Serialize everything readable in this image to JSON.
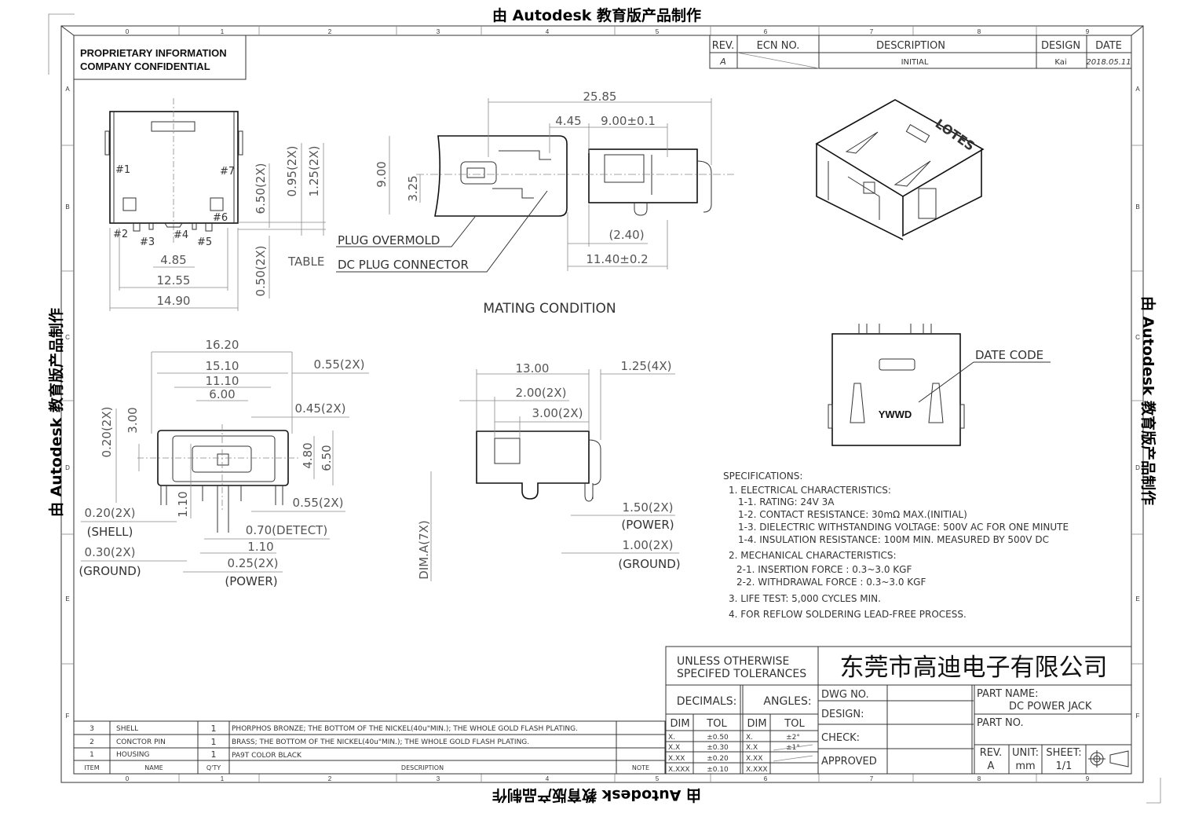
{
  "watermark": {
    "text": "由 Autodesk 教育版产品制作"
  },
  "border": {
    "columns": [
      "0",
      "1",
      "2",
      "3",
      "4",
      "5",
      "6",
      "7",
      "8",
      "9"
    ],
    "rows": [
      "A",
      "B",
      "C",
      "D",
      "E",
      "F"
    ]
  },
  "proprietary": {
    "line1": "PROPRIETARY INFORMATION",
    "line2": "COMPANY CONFIDENTIAL"
  },
  "revision_table": {
    "headers": [
      "REV.",
      "ECN NO.",
      "DESCRIPTION",
      "DESIGN",
      "DATE"
    ],
    "rows": [
      {
        "rev": "A",
        "ecn": "",
        "description": "INITIAL",
        "design": "Kai",
        "date": "2018.05.11"
      }
    ]
  },
  "top_view": {
    "pins": [
      "#1",
      "#2",
      "#3",
      "#4",
      "#5",
      "#6",
      "#7"
    ],
    "dims": {
      "d1": "4.85",
      "d2": "12.55",
      "d3": "14.90",
      "v1": "6.50(2X)",
      "v2": "0.95(2X)",
      "v3": "1.25(2X)",
      "v4": "0.50(2X)",
      "table": "TABLE"
    }
  },
  "mating": {
    "title": "MATING CONDITION",
    "dims": {
      "d1": "25.85",
      "d2": "4.45",
      "d3": "9.00±0.1",
      "d4": "9.00",
      "d5": "3.25",
      "d6": "(2.40)",
      "d7": "11.40±0.2"
    },
    "labels": {
      "overmold": "PLUG OVERMOLD",
      "connector": "DC PLUG CONNECTOR"
    }
  },
  "front_view": {
    "dims": {
      "w1": "16.20",
      "w2": "15.10",
      "w3": "11.10",
      "w4": "6.00",
      "r1": "0.55(2X)",
      "r2": "0.45(2X)",
      "h1": "3.00",
      "h2": "0.20(2X)",
      "h3": "4.80",
      "h4": "6.50",
      "h5": "1.10",
      "r3": "0.55(2X)",
      "shell": "0.20(2X)",
      "shell_lbl": "(SHELL)",
      "ground": "0.30(2X)",
      "ground_lbl": "(GROUND)",
      "detect": "0.70(DETECT)",
      "d110": "1.10",
      "power": "0.25(2X)",
      "power_lbl": "(POWER)"
    }
  },
  "side_view": {
    "dims": {
      "w1": "13.00",
      "w2": "2.00(2X)",
      "w3": "3.00(2X)",
      "r1": "1.25(4X)",
      "p1": "1.50(2X)",
      "p1_lbl": "(POWER)",
      "g1": "1.00(2X)",
      "g1_lbl": "(GROUND)",
      "dima": "DIM.A(7X)"
    }
  },
  "iso_view": {
    "brand": "LOTES"
  },
  "bottom_view": {
    "date_code_label": "DATE CODE",
    "date_code": "YWWD"
  },
  "specifications": {
    "title": "SPECIFICATIONS:",
    "lines": [
      "1. ELECTRICAL CHARACTERISTICS:",
      "1-1. RATING: 24V 3A",
      "1-2. CONTACT RESISTANCE: 30mΩ MAX.(INITIAL)",
      "1-3. DIELECTRIC WITHSTANDING VOLTAGE: 500V AC FOR ONE MINUTE",
      "1-4. INSULATION RESISTANCE: 100M   MIN. MEASURED BY 500V DC",
      "2. MECHANICAL CHARACTERISTICS:",
      "2-1. INSERTION FORCE : 0.3~3.0 KGF",
      "2-2. WITHDRAWAL FORCE : 0.3~3.0 KGF",
      "3. LIFE TEST: 5,000 CYCLES MIN.",
      "4. FOR REFLOW SOLDERING LEAD-FREE PROCESS."
    ]
  },
  "bom": {
    "headers": [
      "ITEM",
      "NAME",
      "Q'TY",
      "DESCRIPTION",
      "NOTE"
    ],
    "rows": [
      {
        "item": "3",
        "name": "SHELL",
        "qty": "1",
        "description": "PHORPHOS BRONZE; THE BOTTOM OF THE NICKEL(40u\"MIN.); THE WHOLE GOLD FLASH PLATING.",
        "note": ""
      },
      {
        "item": "2",
        "name": "CONCTOR PIN",
        "qty": "1",
        "description": "BRASS; THE BOTTOM OF THE NICKEL(40u\"MIN.); THE WHOLE GOLD FLASH PLATING.",
        "note": ""
      },
      {
        "item": "1",
        "name": "HOUSING",
        "qty": "1",
        "description": "PA9T  COLOR BLACK",
        "note": ""
      }
    ]
  },
  "title_block": {
    "tol_header1": "UNLESS OTHERWISE",
    "tol_header2": "SPECIFED TOLERANCES",
    "decimals": "DECIMALS:",
    "angles": "ANGLES:",
    "dim": "DIM",
    "tol": "TOL",
    "decimal_rows": [
      [
        "X.",
        "±0.50"
      ],
      [
        "X.X",
        "±0.30"
      ],
      [
        "X.XX",
        "±0.20"
      ],
      [
        "X.XXX",
        "±0.10"
      ]
    ],
    "angle_rows": [
      [
        "X.",
        "±2°"
      ],
      [
        "X.X",
        "±1°"
      ],
      [
        "X.XX",
        ""
      ],
      [
        "X.XXX",
        ""
      ]
    ],
    "company": "东莞市高迪电子有限公司",
    "dwg_no": "DWG NO.",
    "design": "DESIGN:",
    "check": "CHECK:",
    "approved": "APPROVED",
    "part_name_label": "PART NAME:",
    "part_name": "DC POWER JACK",
    "part_no_label": "PART NO.",
    "rev_label": "REV.",
    "rev": "A",
    "unit_label": "UNIT:",
    "unit": "mm",
    "sheet_label": "SHEET:",
    "sheet": "1/1"
  }
}
